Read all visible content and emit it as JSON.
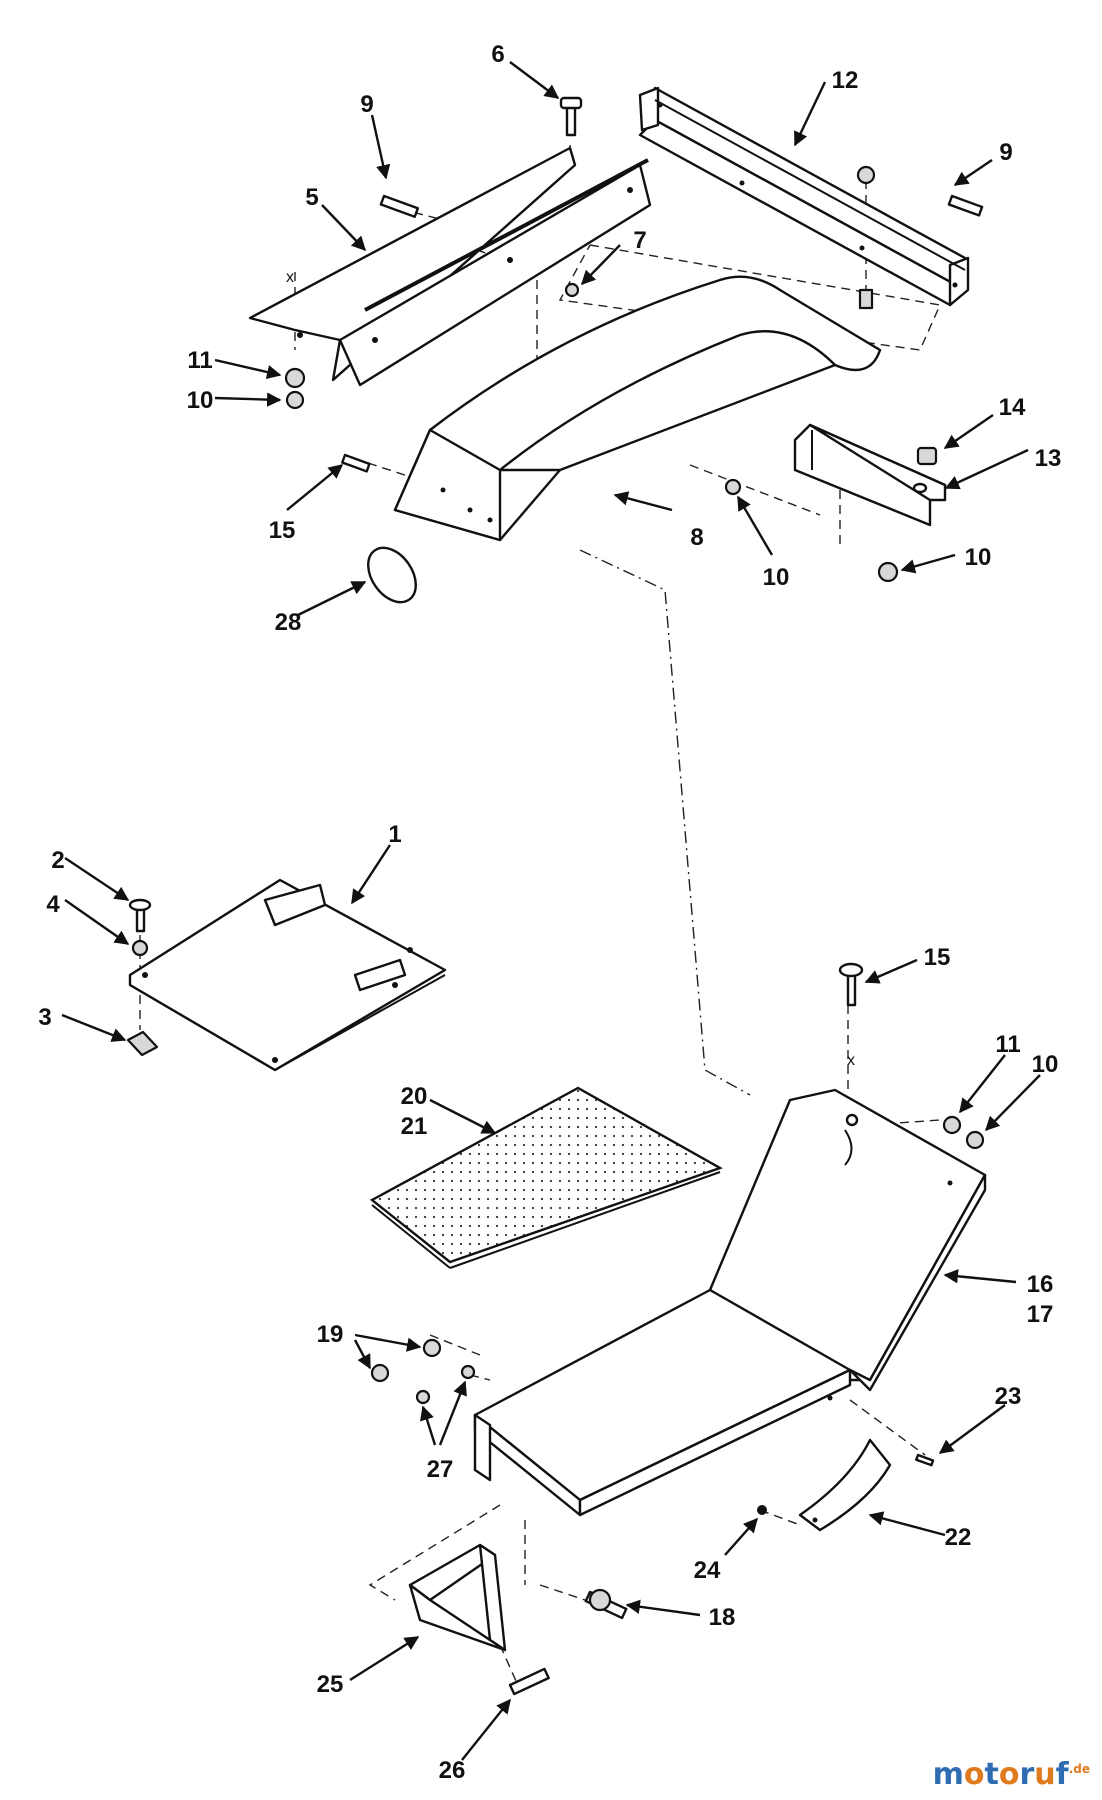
{
  "callouts": {
    "c1": "1",
    "c2": "2",
    "c3": "3",
    "c4": "4",
    "c5": "5",
    "c6": "6",
    "c7": "7",
    "c8": "8",
    "c9a": "9",
    "c9b": "9",
    "c10a": "10",
    "c10b": "10",
    "c10c": "10",
    "c10d": "10",
    "c11a": "11",
    "c11b": "11",
    "c12": "12",
    "c13": "13",
    "c14": "14",
    "c15a": "15",
    "c15b": "15",
    "c16": "16",
    "c17": "17",
    "c18": "18",
    "c19": "19",
    "c20": "20",
    "c21": "21",
    "c22": "22",
    "c23": "23",
    "c24": "24",
    "c25": "25",
    "c26": "26",
    "c27": "27",
    "c28": "28"
  },
  "marks": {
    "x1": "x",
    "x2": "x"
  },
  "watermark": {
    "text": "motoruf",
    "suffix": ".de",
    "color_a": "#2f6db3",
    "color_b": "#e07a1f"
  }
}
